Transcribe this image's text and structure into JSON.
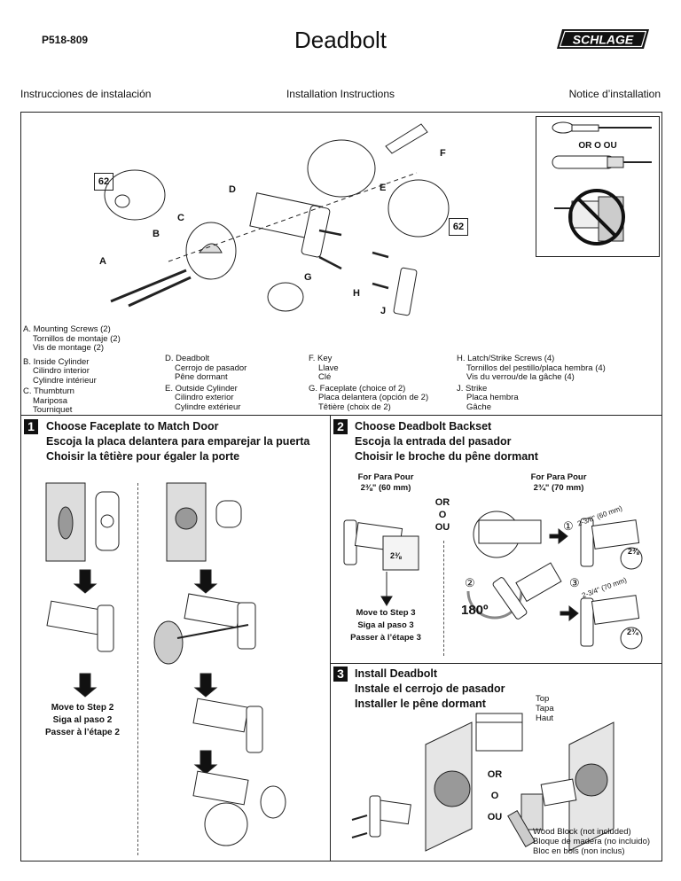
{
  "header": {
    "code": "P518-809",
    "title": "Deadbolt",
    "brand": "SCHLAGE",
    "lang_es": "Instrucciones de instalación",
    "lang_en": "Installation Instructions",
    "lang_fr": "Notice d’installation"
  },
  "tools": {
    "or_label": "OR   O   OU"
  },
  "callouts": {
    "a": "A",
    "b": "B",
    "c": "C",
    "d": "D",
    "e": "E",
    "f": "F",
    "g": "G",
    "h": "H",
    "j": "J",
    "size_left": "62",
    "size_right": "62"
  },
  "parts": {
    "col1": [
      {
        "line1": "A. Mounting Screws (2)",
        "line2": "Tornillos de montaje (2)",
        "line3": "Vis de montage (2)"
      },
      {
        "line1": "B. Inside Cylinder",
        "line2": "Cilindro interior",
        "line3": "Cylindre intérieur"
      },
      {
        "line1": "C. Thumbturn",
        "line2": "Mariposa",
        "line3": "Tourniquet"
      }
    ],
    "col2": [
      {
        "line1": "D. Deadbolt",
        "line2": "Cerrojo de pasador",
        "line3": "Pêne dormant"
      },
      {
        "line1": "E. Outside Cylinder",
        "line2": "Cilindro exterior",
        "line3": "Cylindre extérieur"
      }
    ],
    "col3": [
      {
        "line1": "F. Key",
        "line2": "Llave",
        "line3": "Clé"
      },
      {
        "line1": "G. Faceplate (choice of 2)",
        "line2": "Placa delantera (opción de 2)",
        "line3": "Têtière (choix de 2)"
      }
    ],
    "col4": [
      {
        "line1": "H. Latch/Strike Screws (4)",
        "line2": "Tornillos del pestillo/placa hembra (4)",
        "line3": "Vis du verrou/de la gâche (4)"
      },
      {
        "line1": "J. Strike",
        "line2": "Placa hembra",
        "line3": "Gâche"
      }
    ]
  },
  "step1": {
    "number": "1",
    "title_en": "Choose Faceplate to Match Door",
    "title_es": "Escoja la placa delantera para emparejar la puerta",
    "title_fr": "Choisir la têtière pour égaler la porte",
    "next_en": "Move to Step 2",
    "next_es": "Siga al paso 2",
    "next_fr": "Passer à l’étape 2"
  },
  "step2": {
    "number": "2",
    "title_en": "Choose Deadbolt Backset",
    "title_es": "Escoja la entrada del pasador",
    "title_fr": "Choisir le broche du pêne dormant",
    "for_left": "For  Para  Pour",
    "size_left": "2⅜\" (60 mm)",
    "for_right": "For  Para  Pour",
    "size_right": "2¾\" (70 mm)",
    "or1": "OR",
    "or2": "O",
    "or3": "OU",
    "next_en": "Move to Step 3",
    "next_es": "Siga al paso 3",
    "next_fr": "Passer à l’étape 3",
    "circle1": "①",
    "circle2": "②",
    "circle3": "③",
    "deg": "180º",
    "dim1": "2-3/8\" (60 mm)",
    "dim2": "2-3/4\" (70 mm)",
    "badge1": "2⅜",
    "badge2": "2¾",
    "label_238": "2⅜"
  },
  "step3": {
    "number": "3",
    "title_en": "Install Deadbolt",
    "title_es": "Instale el cerrojo de pasador",
    "title_fr": "Installer le pêne dormant",
    "top_en": "Top",
    "top_es": "Tapa",
    "top_fr": "Haut",
    "or1": "OR",
    "or2": "O",
    "or3": "OU",
    "block_en": "Wood Block (not included)",
    "block_es": "Bloque de madera (no incluido)",
    "block_fr": "Bloc en bois (non inclus)"
  }
}
